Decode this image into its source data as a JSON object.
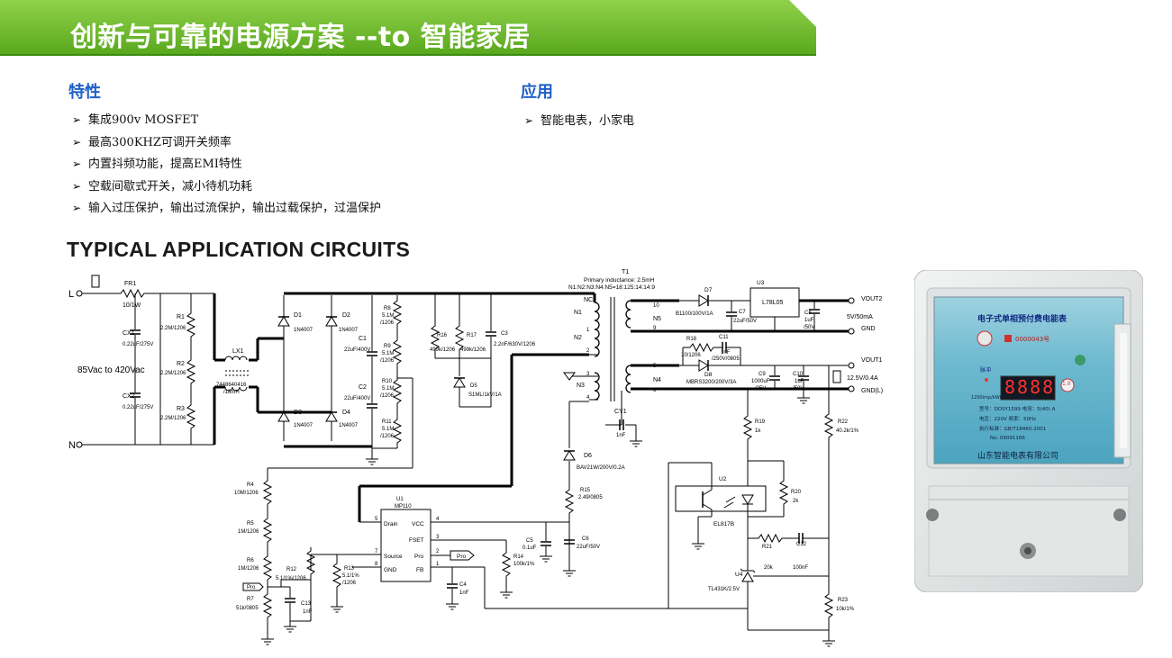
{
  "header": {
    "title": "创新与可靠的电源方案 --to 智能家居"
  },
  "features": {
    "heading": "特性",
    "items": [
      "集成900v  MOSFET",
      "最高300KHZ可调开关频率",
      "内置抖频功能，提高EMI特性",
      "空载间歇式开关，减小待机功耗",
      "输入过压保护，输出过流保护，输出过载保护，过温保护"
    ]
  },
  "applications": {
    "heading": "应用",
    "items": [
      "智能电表，小家电"
    ]
  },
  "circuit_title": "TYPICAL APPLICATION CIRCUITS",
  "schematic": {
    "input": {
      "l": "L",
      "n": "N",
      "range": "85Vac to 420Vac"
    },
    "fr1": {
      "ref": "FR1",
      "value": "10/1W"
    },
    "cx1": {
      "ref": "CX1",
      "value": "0.22uF/275V"
    },
    "cx2": {
      "ref": "CX2",
      "value": "0.22uF/275V"
    },
    "r1": {
      "ref": "R1",
      "value": "2.2M/1206"
    },
    "r2": {
      "ref": "R2",
      "value": "2.2M/1206"
    },
    "r3": {
      "ref": "R3",
      "value": "2.2M/1206"
    },
    "lx1": {
      "ref": "LX1",
      "value1": "7448640416",
      "value2": "/18mH"
    },
    "d1": {
      "ref": "D1",
      "value": "1N4007"
    },
    "d2": {
      "ref": "D2",
      "value": "1N4007"
    },
    "d3": {
      "ref": "D3",
      "value": "1N4007"
    },
    "d4": {
      "ref": "D4",
      "value": "1N4007"
    },
    "c1": {
      "ref": "C1",
      "value": "22uF/400V"
    },
    "c2": {
      "ref": "C2",
      "value": "22uF/400V"
    },
    "r8": {
      "ref": "R8",
      "v1": "5.1M",
      "v2": "/1206"
    },
    "r9": {
      "ref": "R9",
      "v1": "5.1M",
      "v2": "/1206"
    },
    "r10": {
      "ref": "R10",
      "v1": "5.1M",
      "v2": "/1206"
    },
    "r11": {
      "ref": "R11",
      "v1": "5.1M",
      "v2": "/1206"
    },
    "r16": {
      "ref": "R16",
      "value": "499k/1206"
    },
    "r17": {
      "ref": "R17",
      "value": "499k/1206"
    },
    "c3": {
      "ref": "C3",
      "value": "2.2nF/630V/1206"
    },
    "d5": {
      "ref": "D5",
      "value": "S1ML/1kV/1A"
    },
    "t1": {
      "ref": "T1",
      "inductance": "Primary inductance: 2.5mH",
      "ratio": "N1:N2:N3:N4:N5=18:125:14:14:9",
      "nc": "NC",
      "n1": "N1",
      "n2": "N2",
      "n3": "N3",
      "n4": "N4",
      "n5": "N5",
      "pins": [
        "1",
        "2",
        "3",
        "4",
        "5",
        "6",
        "9",
        "10"
      ]
    },
    "cy1": {
      "ref": "CY1",
      "value": "1nF"
    },
    "d6": {
      "ref": "D6",
      "value": "BAV21W/200V/0.2A"
    },
    "r15": {
      "ref": "R15",
      "value": "2.49/0805"
    },
    "c5": {
      "ref": "C5",
      "value": "0.1uF"
    },
    "c6": {
      "ref": "C6",
      "value": "22uF/50V"
    },
    "u1": {
      "ref": "U1",
      "part": "MP110",
      "pins": [
        "Drain",
        "VCC",
        "FSET",
        "Source",
        "Pro",
        "GND",
        "FB"
      ],
      "pin_numbers": [
        "5",
        "4",
        "3",
        "7",
        "2",
        "8",
        "1"
      ]
    },
    "r14": {
      "ref": "R14",
      "value": "100k/1%"
    },
    "pro_label": "Pro",
    "c4": {
      "ref": "C4",
      "value": "1nF"
    },
    "r4": {
      "ref": "R4",
      "value": "10M/1206"
    },
    "r5": {
      "ref": "R5",
      "value": "1M/1206"
    },
    "r6": {
      "ref": "R6",
      "value": "1M/1206"
    },
    "r7": {
      "ref": "R7",
      "value": "51k/0805"
    },
    "r12": {
      "ref": "R12",
      "value": "5.1/1%/1206"
    },
    "r13": {
      "ref": "R13",
      "v1": "5.1/1%",
      "v2": "/1206"
    },
    "c13": {
      "ref": "C13",
      "value": "1nF"
    },
    "d7": {
      "ref": "D7",
      "value": "B1100/100V/1A"
    },
    "u3": {
      "ref": "U3",
      "part": "L78L05"
    },
    "c7": {
      "ref": "C7",
      "value": "22uF/50V"
    },
    "c8": {
      "ref": "C8",
      "v1": "1uF",
      "v2": "/50V"
    },
    "vout2": {
      "label": "VOUT2",
      "spec": "5V/50mA",
      "gnd": "GND"
    },
    "r18": {
      "ref": "R18",
      "value": "10/1206"
    },
    "c11": {
      "ref": "C11",
      "v1": "1nF",
      "v2": "/250V/0805"
    },
    "d8": {
      "ref": "D8",
      "value": "MBRS3200/200V/3A"
    },
    "c9": {
      "ref": "C9",
      "v1": "1000uF",
      "v2": "/25V"
    },
    "c10": {
      "ref": "C10",
      "v1": "1uF",
      "v2": "/50V"
    },
    "vout1": {
      "label": "VOUT1",
      "spec": "12.5V/0.4A",
      "gnd": "GND(L)"
    },
    "r19": {
      "ref": "R19",
      "value": "1k"
    },
    "r22": {
      "ref": "R22",
      "value": "40.2k/1%"
    },
    "u2": {
      "ref": "U2",
      "part": "EL817B"
    },
    "r20": {
      "ref": "R20",
      "value": "2k"
    },
    "r21": {
      "ref": "R21",
      "value": "20k"
    },
    "c12": {
      "ref": "C12",
      "value": "100nF"
    },
    "u4": {
      "ref": "U4",
      "part": "TL431K/2.5V"
    },
    "r23": {
      "ref": "R23",
      "value": "10k/1%"
    }
  },
  "meter": {
    "title": "电子式单相预付费电能表",
    "cert": "0000043号",
    "display": "8888",
    "pulse": "脉冲",
    "const_text": "1200imp/kWh   机合电能表kWh",
    "lines": [
      "型号：DDSY1599    电流：5(40) A",
      "电压：220V      频率：50Hz",
      "执行标准：GB/T18460-2001",
      "No. 09091166"
    ],
    "class": "1.0",
    "maker": "山东智能电表有限公司",
    "colors": {
      "body": "#e8eaea",
      "panel": "#5fb0c8",
      "display": "#101820",
      "digits": "#ff3030"
    }
  },
  "colors": {
    "banner": "#74c12f",
    "banner_dark": "#3b8a10",
    "heading": "#1f5fc8"
  }
}
